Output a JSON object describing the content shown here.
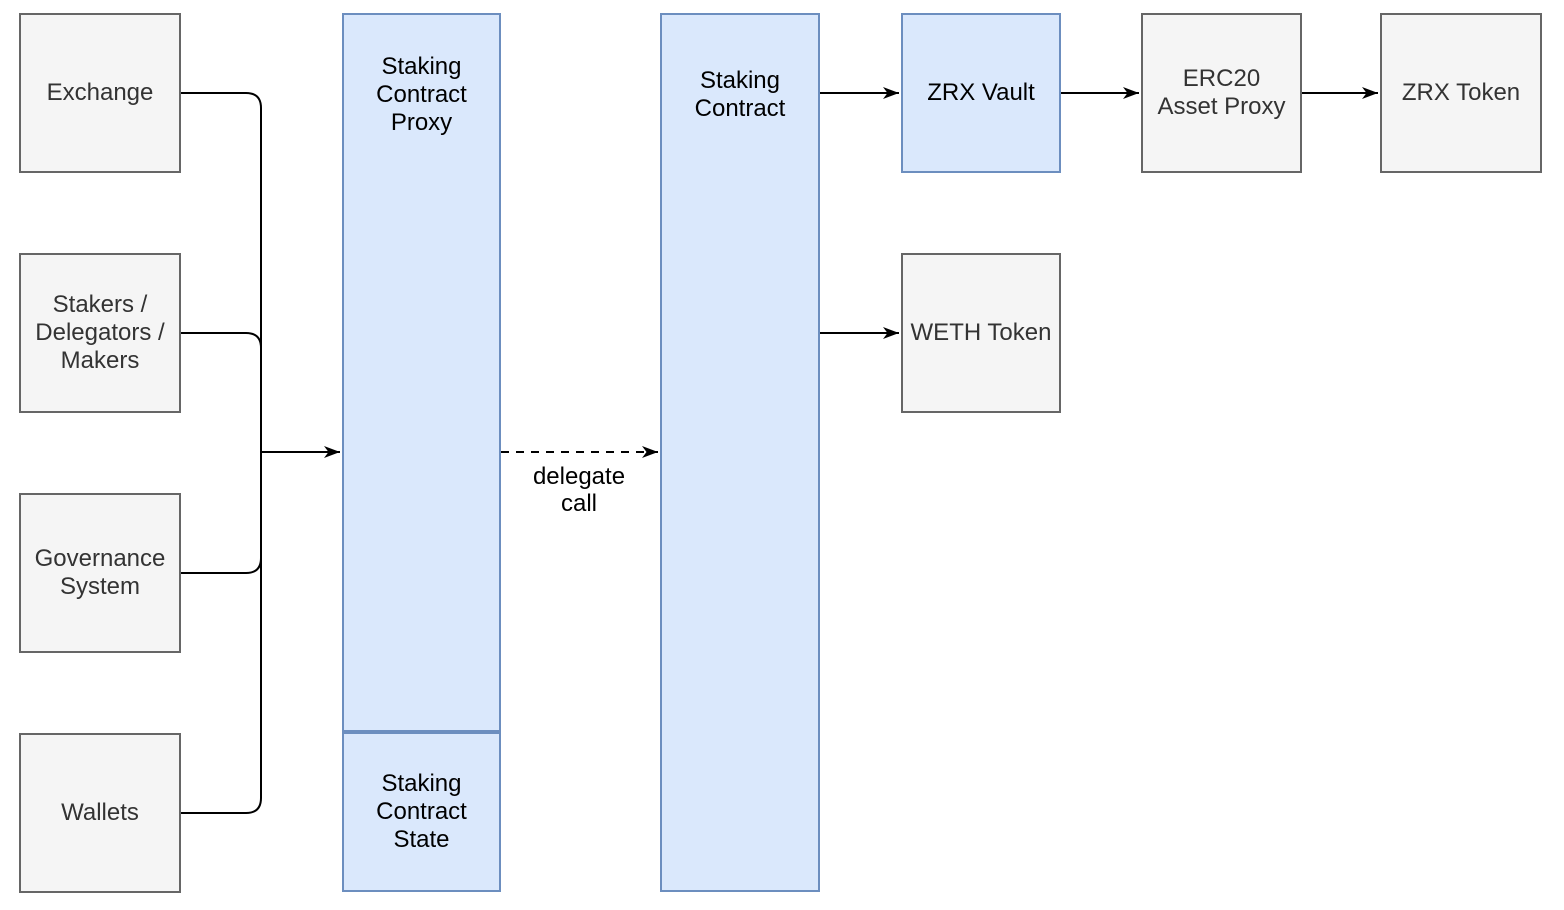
{
  "colors": {
    "background": "#ffffff",
    "gray_fill": "#f5f5f5",
    "gray_border": "#666666",
    "gray_text": "#333333",
    "blue_fill": "#dae8fc",
    "blue_border": "#6c8ebf",
    "blue_text": "#000000",
    "connector": "#000000"
  },
  "nodes": {
    "exchange": {
      "label": "Exchange"
    },
    "stakers_delegators_makers": {
      "label": "Stakers /\nDelegators /\nMakers"
    },
    "governance_system": {
      "label": "Governance\nSystem"
    },
    "wallets": {
      "label": "Wallets"
    },
    "staking_contract_proxy": {
      "label": "Staking\nContract\nProxy"
    },
    "staking_contract_state": {
      "label": "Staking\nContract\nState"
    },
    "staking_contract": {
      "label": "Staking\nContract"
    },
    "zrx_vault": {
      "label": "ZRX Vault"
    },
    "weth_token": {
      "label": "WETH Token"
    },
    "erc20_asset_proxy": {
      "label": "ERC20\nAsset Proxy"
    },
    "zrx_token": {
      "label": "ZRX Token"
    }
  },
  "edges": {
    "delegate_call": {
      "label": "delegate\ncall"
    }
  }
}
